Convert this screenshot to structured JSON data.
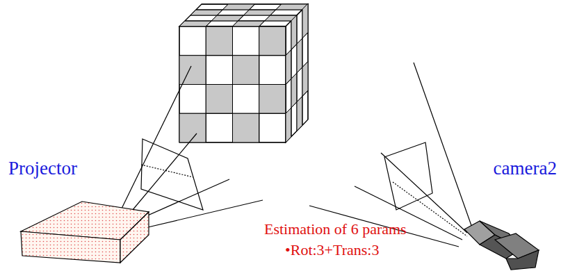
{
  "diagram": {
    "labels": [
      "Projector",
      "camera2",
      "Estimation of 6 params",
      "•Rot:3+Trans:3"
    ]
  }
}
